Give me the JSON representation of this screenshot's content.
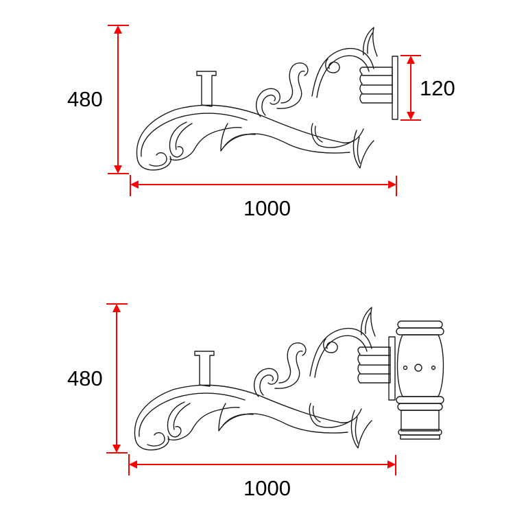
{
  "diagram": {
    "type": "technical dimension drawing",
    "subject": "ornamental street lamp wall bracket",
    "colors": {
      "outline": "#1a1a1a",
      "dimension": "#ff0000",
      "text": "#000000",
      "background": "#ffffff"
    },
    "drawings": [
      {
        "name": "bracket-with-wall-plate",
        "dimensions": {
          "height": "480",
          "width": "1000",
          "plate_height": "120"
        }
      },
      {
        "name": "bracket-with-lamp-fitter",
        "dimensions": {
          "height": "480",
          "width": "1000"
        }
      }
    ]
  }
}
